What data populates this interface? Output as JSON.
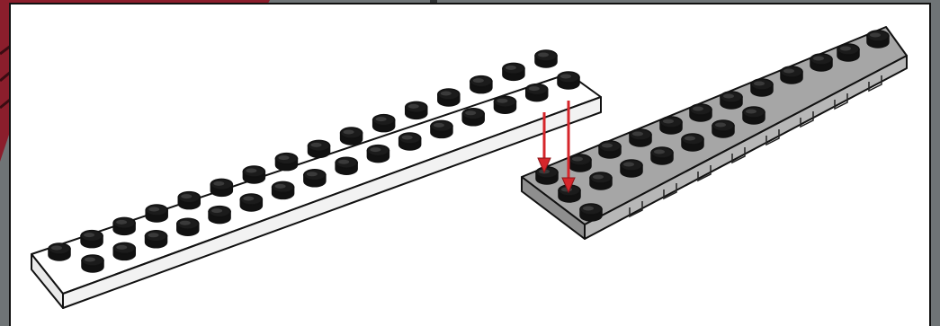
{
  "scene": {
    "left_part": {
      "kind": "plate",
      "color": "white",
      "studs_per_row": 16,
      "rows": 2
    },
    "right_part": {
      "kind": "wedge-plate",
      "color": "gray",
      "studs_per_row": 12
    },
    "arrows": {
      "count": 2,
      "color": "#d6262b",
      "direction": "down"
    },
    "colors": {
      "white_part": "#ffffff",
      "gray_part": "#a6a6a6",
      "outline": "#111111",
      "red_border": "#8b1e2c",
      "background": "#6f7476"
    }
  }
}
